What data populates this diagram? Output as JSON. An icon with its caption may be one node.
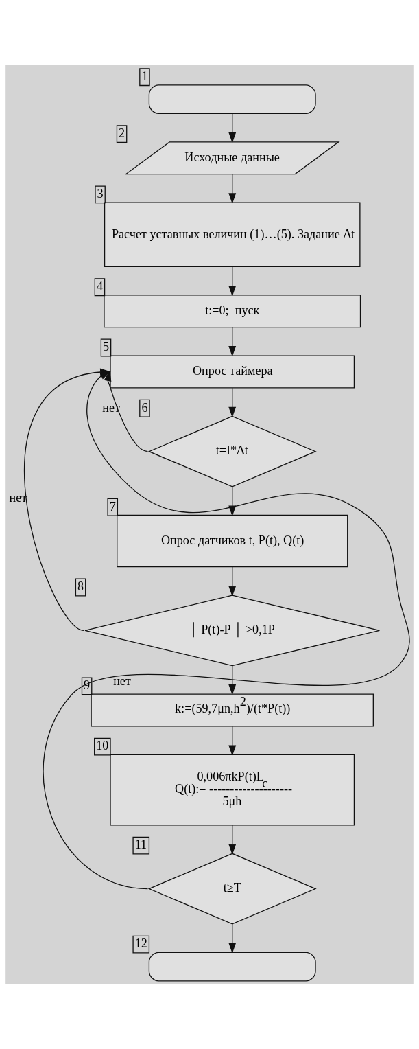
{
  "diagram": {
    "nodes": [
      {
        "text": [],
        "shape": "oval",
        "beside": [
          "1"
        ]
      },
      {
        "text": [
          "Исходные данные"
        ],
        "beside": [
          "2"
        ]
      },
      {
        "text": [
          "Расчет уставных величин (1)…(5). Задание Δt"
        ],
        "beside": [
          "3"
        ]
      },
      {
        "text": [
          "t:=0;  пуск"
        ],
        "beside": [
          "4"
        ]
      },
      {
        "text": [
          "Опрос таймера"
        ],
        "beside": [
          "5"
        ]
      },
      {
        "text": [
          "t=I*Δt"
        ],
        "beside": [
          "6"
        ]
      },
      {
        "text": [
          "Опрос датчиков t, P(t), Q(t)"
        ],
        "beside": [
          "7"
        ]
      },
      {
        "text": [
          "│ P(t)-P │ >0,1P"
        ],
        "beside": [
          "8"
        ]
      },
      {
        "text": [
          "k:=(59,7μn,h$^{2}$)/(t*P(t))"
        ],
        "beside": [
          "9"
        ]
      },
      {
        "text": [
          "0,006πkP(t)L$_{c}$",
          "Q(t):= --------------------",
          "5μh"
        ],
        "beside": [
          "10"
        ]
      },
      {
        "text": [
          "t≥T"
        ],
        "beside": [
          "11"
        ]
      },
      {
        "text": [],
        "shape": "oval",
        "beside": [
          "12"
        ]
      }
    ],
    "edges": [
      {
        "from": 0,
        "to": 1,
        "arrow": "to"
      },
      {
        "from": 1,
        "to": 2,
        "arrow": "to"
      },
      {
        "from": 2,
        "to": 3,
        "arrow": "to"
      },
      {
        "from": 3,
        "to": 4,
        "arrow": "to"
      },
      {
        "from": 4,
        "to": 5,
        "arrow": "to"
      },
      {
        "from": 5,
        "to": 4,
        "arrow": "to",
        "label": "нет"
      },
      {
        "from": 5,
        "to": 6,
        "arrow": "to"
      },
      {
        "from": 6,
        "to": 7,
        "arrow": "to"
      },
      {
        "from": 7,
        "to": 4,
        "arrow": "to",
        "label": "нет"
      },
      {
        "from": 7,
        "to": 8,
        "arrow": "to"
      },
      {
        "from": 8,
        "to": 9,
        "arrow": "to"
      },
      {
        "from": 9,
        "to": 10,
        "arrow": "to"
      },
      {
        "from": 10,
        "to": 4,
        "arrow": "to",
        "label": "нет"
      },
      {
        "from": 10,
        "to": 11,
        "arrow": "to"
      }
    ]
  }
}
